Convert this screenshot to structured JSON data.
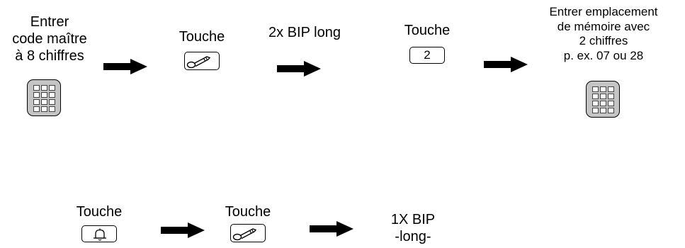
{
  "row1": {
    "step1_text": "Entrer\ncode maître\nà 8 chiffres",
    "step2_label": "Touche",
    "step3_text": "2x BIP  long",
    "step4_label": "Touche",
    "step4_key": "2",
    "step5_text": "Entrer emplacement\nde mémoire avec\n2 chiffres\np. ex. 07 ou 28"
  },
  "row2": {
    "step1_label": "Touche",
    "step2_label": "Touche",
    "step3_text": "1X BIP\n-long-"
  },
  "icons": [
    "keypad-icon",
    "key-icon",
    "bell-icon",
    "arrow-right-icon"
  ],
  "colors": {
    "keypad_fill": "#c4c4c4",
    "stroke": "#000000"
  }
}
